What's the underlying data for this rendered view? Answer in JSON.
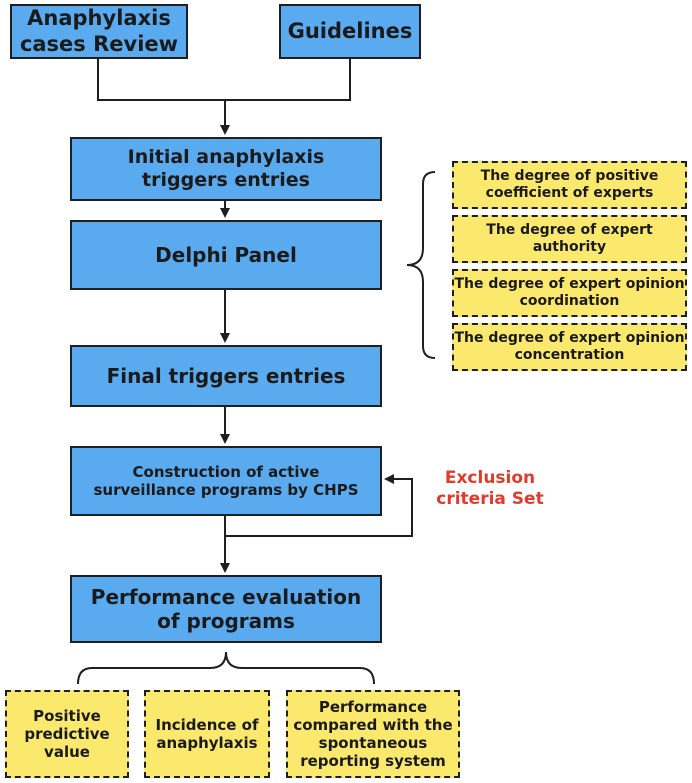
{
  "boxes": {
    "cases_review": "Anaphylaxis cases Review",
    "guidelines": "Guidelines",
    "initial_triggers": "Initial anaphylaxis triggers entries",
    "delphi": "Delphi Panel",
    "final_triggers": "Final triggers entries",
    "construction": "Construction of active surveillance programs by CHPS",
    "performance": "Performance evaluation of programs"
  },
  "delphi_criteria": [
    "The degree of positive coefficient of experts",
    "The degree of expert authority",
    "The degree of expert opinion coordination",
    "The degree of expert opinion concentration"
  ],
  "exclusion_label": "Exclusion criteria Set",
  "outcomes": [
    "Positive predictive value",
    "Incidence of anaphylaxis",
    "Performance compared with the spontaneous reporting system"
  ],
  "colors": {
    "process_fill": "#5aaaf0",
    "criteria_fill": "#fbe96e",
    "exclusion_text": "#e23b2e",
    "line": "#1f1f1f"
  }
}
